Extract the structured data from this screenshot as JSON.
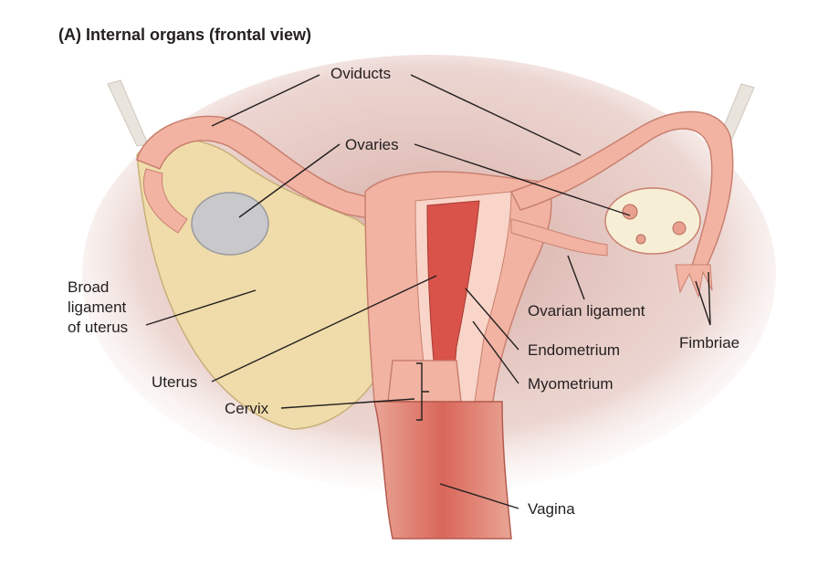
{
  "figure": {
    "title": "(A)  Internal organs (frontal view)"
  },
  "labels": {
    "oviducts": "Oviducts",
    "ovaries": "Ovaries",
    "broad_ligament_line1": "Broad",
    "broad_ligament_line2": "ligament",
    "broad_ligament_line3": "of uterus",
    "uterus": "Uterus",
    "cervix": "Cervix",
    "ovarian_ligament": "Ovarian ligament",
    "endometrium": "Endometrium",
    "myometrium": "Myometrium",
    "fimbriae": "Fimbriae",
    "vagina": "Vagina"
  },
  "colors": {
    "background_shadow": "#c98a7c",
    "tissue_pink": "#f2b3a2",
    "tissue_light": "#f8d5c8",
    "endometrium_red": "#d9534a",
    "broad_ligament": "#efdcaa",
    "ovary_gray": "#c9c9cc",
    "ovary_cream": "#f6efd6",
    "ligament_white": "#e9e4dc",
    "leader_line": "#231f20"
  }
}
